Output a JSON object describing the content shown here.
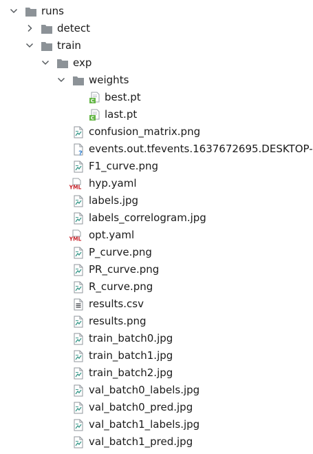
{
  "tree": [
    {
      "label": "runs",
      "type": "folder",
      "depth": 0,
      "expander": "expanded"
    },
    {
      "label": "detect",
      "type": "folder",
      "depth": 1,
      "expander": "collapsed"
    },
    {
      "label": "train",
      "type": "folder",
      "depth": 1,
      "expander": "expanded"
    },
    {
      "label": "exp",
      "type": "folder",
      "depth": 2,
      "expander": "expanded"
    },
    {
      "label": "weights",
      "type": "folder",
      "depth": 3,
      "expander": "expanded"
    },
    {
      "label": "best.pt",
      "type": "pt",
      "depth": 4,
      "expander": "none"
    },
    {
      "label": "last.pt",
      "type": "pt",
      "depth": 4,
      "expander": "none"
    },
    {
      "label": "confusion_matrix.png",
      "type": "image",
      "depth": 3,
      "expander": "none"
    },
    {
      "label": "events.out.tfevents.1637672695.DESKTOP-",
      "type": "unknown",
      "depth": 3,
      "expander": "none"
    },
    {
      "label": "F1_curve.png",
      "type": "image",
      "depth": 3,
      "expander": "none"
    },
    {
      "label": "hyp.yaml",
      "type": "yaml",
      "depth": 3,
      "expander": "none"
    },
    {
      "label": "labels.jpg",
      "type": "image",
      "depth": 3,
      "expander": "none"
    },
    {
      "label": "labels_correlogram.jpg",
      "type": "image",
      "depth": 3,
      "expander": "none"
    },
    {
      "label": "opt.yaml",
      "type": "yaml",
      "depth": 3,
      "expander": "none"
    },
    {
      "label": "P_curve.png",
      "type": "image",
      "depth": 3,
      "expander": "none"
    },
    {
      "label": "PR_curve.png",
      "type": "image",
      "depth": 3,
      "expander": "none"
    },
    {
      "label": "R_curve.png",
      "type": "image",
      "depth": 3,
      "expander": "none"
    },
    {
      "label": "results.csv",
      "type": "text",
      "depth": 3,
      "expander": "none"
    },
    {
      "label": "results.png",
      "type": "image",
      "depth": 3,
      "expander": "none"
    },
    {
      "label": "train_batch0.jpg",
      "type": "image",
      "depth": 3,
      "expander": "none"
    },
    {
      "label": "train_batch1.jpg",
      "type": "image",
      "depth": 3,
      "expander": "none"
    },
    {
      "label": "train_batch2.jpg",
      "type": "image",
      "depth": 3,
      "expander": "none"
    },
    {
      "label": "val_batch0_labels.jpg",
      "type": "image",
      "depth": 3,
      "expander": "none"
    },
    {
      "label": "val_batch0_pred.jpg",
      "type": "image",
      "depth": 3,
      "expander": "none"
    },
    {
      "label": "val_batch1_labels.jpg",
      "type": "image",
      "depth": 3,
      "expander": "none"
    },
    {
      "label": "val_batch1_pred.jpg",
      "type": "image",
      "depth": 3,
      "expander": "none"
    }
  ],
  "icon_text": {
    "yaml": "YML",
    "pt": "C",
    "unknown": "?"
  },
  "colors": {
    "folder": "#8c9297",
    "chevron": "#555a5e",
    "yaml_red": "#c8252c",
    "pt_green": "#62b543",
    "question_blue": "#3d86d1",
    "image_teal": "#3f9c8e",
    "text": "#1a1a1a"
  }
}
